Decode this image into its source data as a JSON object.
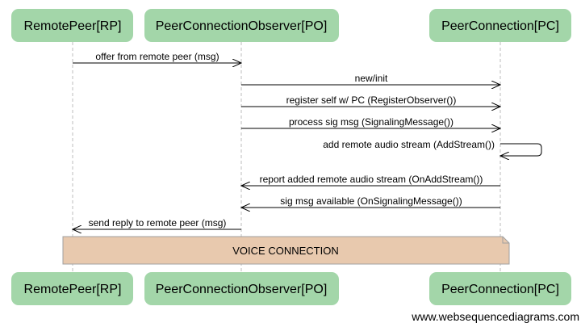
{
  "participants": [
    {
      "id": "RP",
      "label": "RemotePeer[RP]"
    },
    {
      "id": "PO",
      "label": "PeerConnectionObserver[PO]"
    },
    {
      "id": "PC",
      "label": "PeerConnection[PC]"
    }
  ],
  "messages": [
    {
      "from": "RP",
      "to": "PO",
      "text": "offer from remote peer (msg)"
    },
    {
      "from": "PO",
      "to": "PC",
      "text": "new/init"
    },
    {
      "from": "PO",
      "to": "PC",
      "text": "register self w/ PC (RegisterObserver())"
    },
    {
      "from": "PO",
      "to": "PC",
      "text": "process sig msg (SignalingMessage())"
    },
    {
      "from": "PC",
      "to": "PC",
      "text": "add remote audio stream (AddStream())"
    },
    {
      "from": "PC",
      "to": "PO",
      "text": "report added remote audio stream (OnAddStream())"
    },
    {
      "from": "PC",
      "to": "PO",
      "text": "sig msg available (OnSignalingMessage())"
    },
    {
      "from": "PO",
      "to": "RP",
      "text": "send reply to remote peer (msg)"
    }
  ],
  "note": {
    "text": "VOICE CONNECTION"
  },
  "footer": "www.websequencediagrams.com",
  "colors": {
    "participant_fill": "#a3d6a9",
    "note_fill": "#e8c9ae",
    "note_stroke": "#a0a0a0",
    "lifeline": "#bdbdbd"
  }
}
